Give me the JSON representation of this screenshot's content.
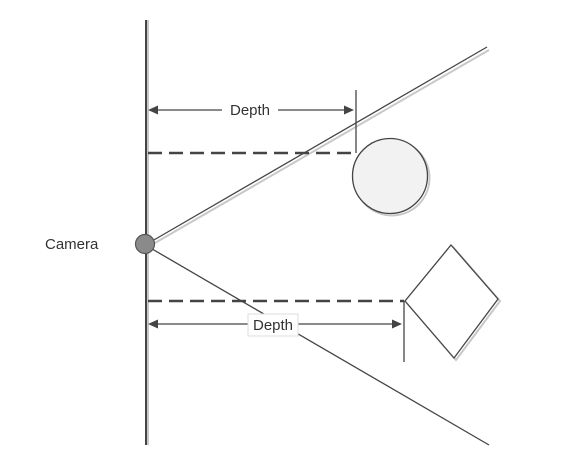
{
  "labels": {
    "camera": "Camera",
    "depth_top": "Depth",
    "depth_bottom": "Depth"
  },
  "colors": {
    "line": "#444444",
    "shadow": "#c8c8c8",
    "fill": "#f2f2f2",
    "camera_dot": "#8a8a8a"
  }
}
